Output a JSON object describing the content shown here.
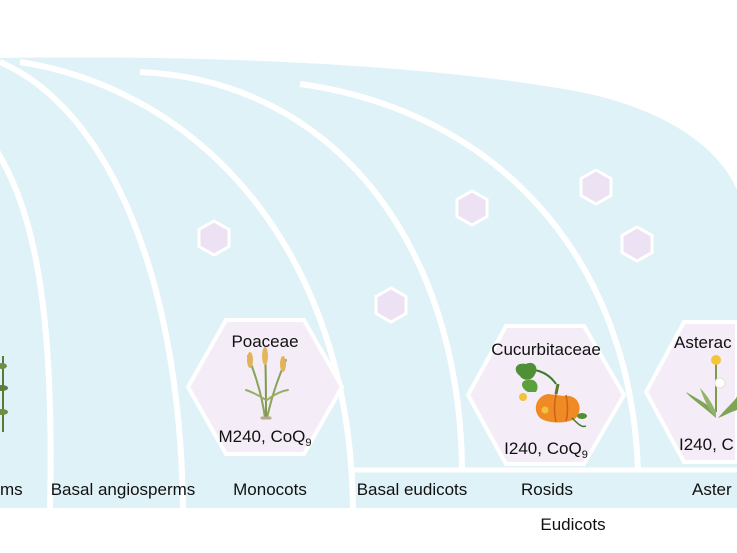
{
  "colors": {
    "panel": "#dff2f7",
    "arc": "#ffffff",
    "hex_fill": "#f4ecf7",
    "small_hex_fill": "#ede1f4",
    "text": "#111111"
  },
  "families": [
    {
      "name": "Poaceae",
      "residue": "M240",
      "cofactor": "CoQ",
      "subscript": "9",
      "icon": "grass-plant-icon"
    },
    {
      "name": "Cucurbitaceae",
      "residue": "I240",
      "cofactor": "CoQ",
      "subscript": "9",
      "icon": "pumpkin-plant-icon"
    },
    {
      "name": "Asterac",
      "residue": "I240",
      "cofactor": "C",
      "subscript": "",
      "icon": "dandelion-plant-icon"
    }
  ],
  "clades": [
    "ms",
    "Basal angiosperms",
    "Monocots",
    "Basal eudicots",
    "Rosids",
    "Aster"
  ],
  "group_label": "Eudicots"
}
